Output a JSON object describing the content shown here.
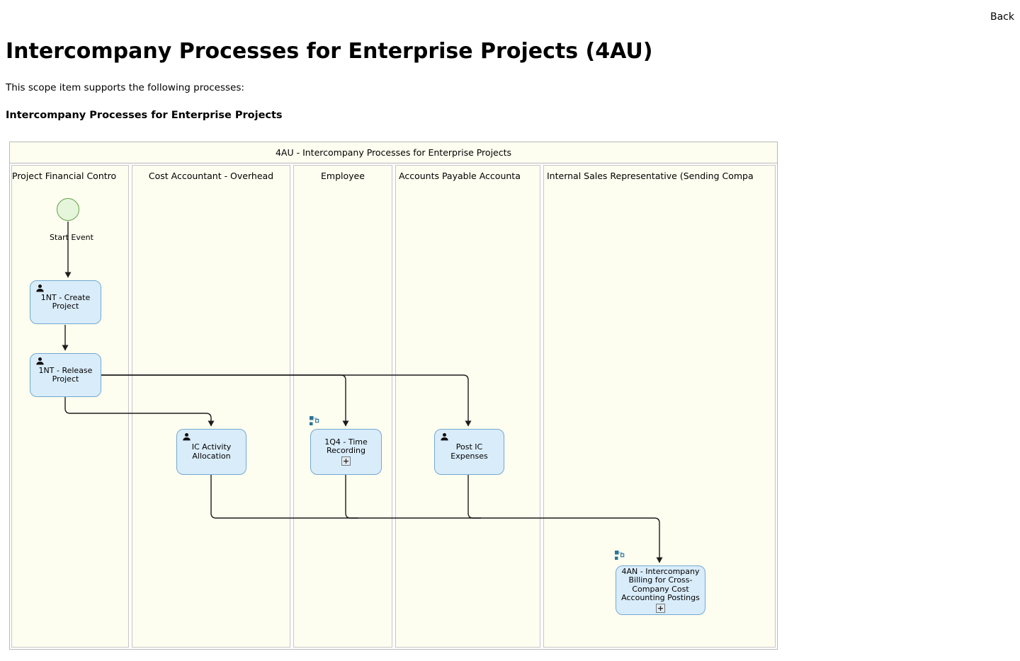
{
  "page": {
    "back_label": "Back",
    "title": "Intercompany Processes for Enterprise Projects (4AU)",
    "intro": "This scope item supports the following processes:",
    "section_heading": "Intercompany Processes for Enterprise Projects"
  },
  "diagram": {
    "pool_title": "4AU - Intercompany Processes for Enterprise Projects",
    "lanes": [
      {
        "label": "Project Financial Contro"
      },
      {
        "label": "Cost Accountant - Overhead"
      },
      {
        "label": "Employee"
      },
      {
        "label": "Accounts Payable Accounta"
      },
      {
        "label": "Internal Sales Representative (Sending Compa"
      }
    ],
    "start_event": {
      "label": "Start Event"
    },
    "tasks": [
      {
        "id": "create",
        "label": "1NT - Create Project",
        "lane": "Project Financial Controller",
        "type": "user-task"
      },
      {
        "id": "release",
        "label": "1NT - Release Project",
        "lane": "Project Financial Controller",
        "type": "user-task"
      },
      {
        "id": "ic",
        "label": "IC Activity Allocation",
        "lane": "Cost Accountant - Overhead",
        "type": "user-task"
      },
      {
        "id": "1q4",
        "label": "1Q4 - Time Recording",
        "lane": "Employee",
        "type": "collapsed-subprocess"
      },
      {
        "id": "post",
        "label": "Post IC Expenses",
        "lane": "Accounts Payable Accountant",
        "type": "user-task"
      },
      {
        "id": "4an",
        "label": "4AN - Intercompany Billing for Cross-Company Cost Accounting Postings",
        "lane": "Internal Sales Representative (Sending Company)",
        "type": "collapsed-subprocess"
      }
    ],
    "expand_marker": "+",
    "colors": {
      "task_fill": "#d9ecfa",
      "task_border": "#74a9d1",
      "event_fill": "#e5f6db",
      "event_border": "#63a346",
      "lane_background": "#fdfdf0",
      "lane_border": "#c6c6c6",
      "flow_line": "#1c1c1c",
      "linked_process_icon": "#2e7396"
    }
  }
}
